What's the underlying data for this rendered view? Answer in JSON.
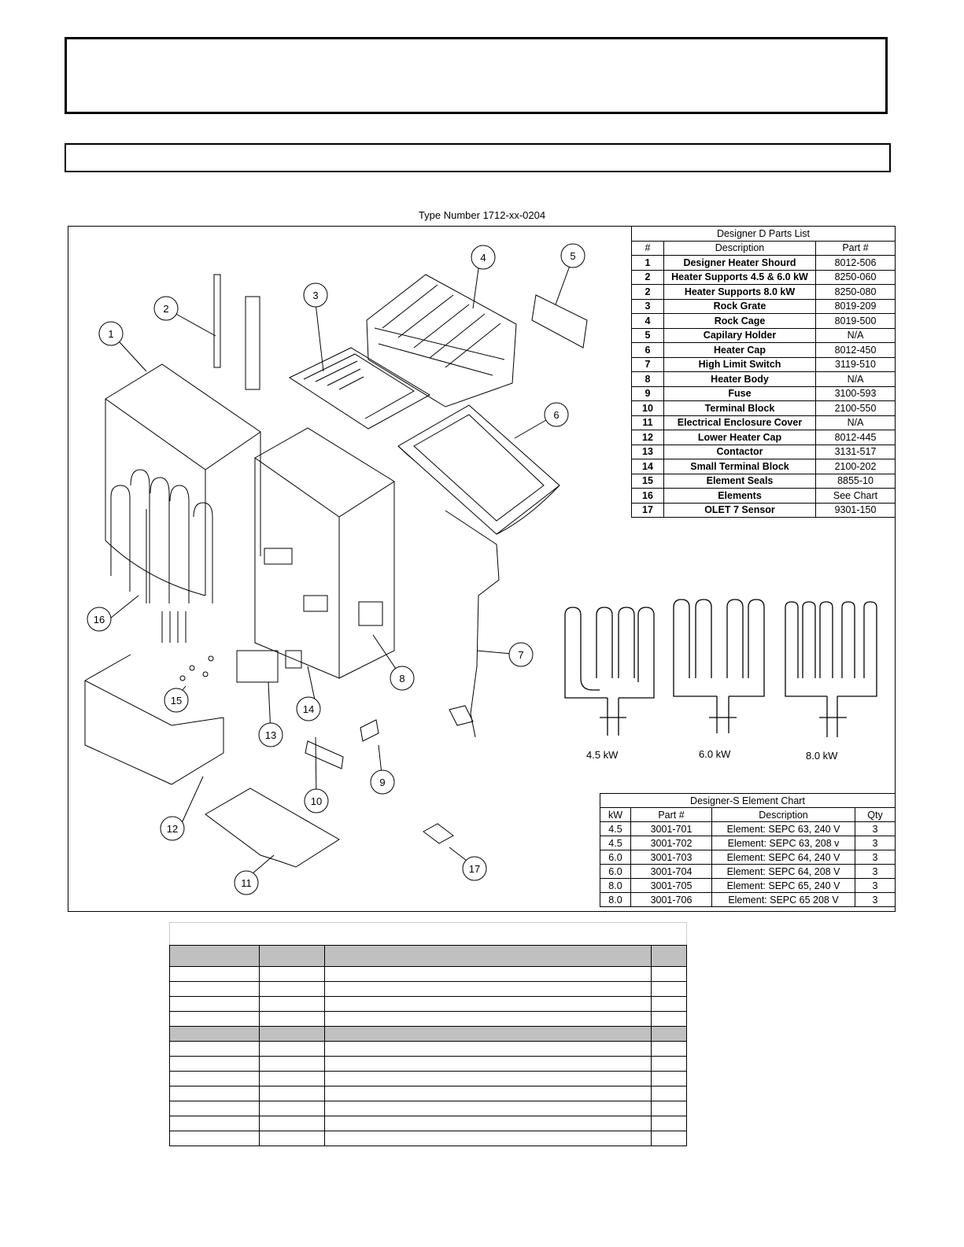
{
  "type_number": "Type Number 1712-xx-0204",
  "parts_list": {
    "title": "Designer D Parts List",
    "headers": [
      "#",
      "Description",
      "Part #"
    ],
    "rows": [
      [
        "1",
        "Designer Heater Shourd",
        "8012-506"
      ],
      [
        "2",
        "Heater Supports 4.5 & 6.0 kW",
        "8250-060"
      ],
      [
        "2",
        "Heater Supports 8.0 kW",
        "8250-080"
      ],
      [
        "3",
        "Rock Grate",
        "8019-209"
      ],
      [
        "4",
        "Rock Cage",
        "8019-500"
      ],
      [
        "5",
        "Capilary Holder",
        "N/A"
      ],
      [
        "6",
        "Heater Cap",
        "8012-450"
      ],
      [
        "7",
        "High Limit Switch",
        "3119-510"
      ],
      [
        "8",
        "Heater Body",
        "N/A"
      ],
      [
        "9",
        "Fuse",
        "3100-593"
      ],
      [
        "10",
        "Terminal Block",
        "2100-550"
      ],
      [
        "11",
        "Electrical Enclosure Cover",
        "N/A"
      ],
      [
        "12",
        "Lower Heater Cap",
        "8012-445"
      ],
      [
        "13",
        "Contactor",
        "3131-517"
      ],
      [
        "14",
        "Small Terminal Block",
        "2100-202"
      ],
      [
        "15",
        "Element Seals",
        "8855-10"
      ],
      [
        "16",
        "Elements",
        "See Chart"
      ],
      [
        "17",
        "OLET 7 Sensor",
        "9301-150"
      ]
    ]
  },
  "element_captions": [
    "4.5 kW",
    "6.0 kW",
    "8.0 kW"
  ],
  "element_chart": {
    "title": "Designer-S Element Chart",
    "headers": [
      "kW",
      "Part #",
      "Description",
      "Qty"
    ],
    "rows": [
      [
        "4.5",
        "3001-701",
        "Element: SEPC 63, 240 V",
        "3"
      ],
      [
        "4.5",
        "3001-702",
        "Element: SEPC 63, 208 v",
        "3"
      ],
      [
        "6.0",
        "3001-703",
        "Element: SEPC 64, 240 V",
        "3"
      ],
      [
        "6.0",
        "3001-704",
        "Element: SEPC 64, 208 V",
        "3"
      ],
      [
        "8.0",
        "3001-705",
        "Element: SEPC 65, 240 V",
        "3"
      ],
      [
        "8.0",
        "3001-706",
        "Element: SEPC 65 208 V",
        "3"
      ]
    ]
  },
  "callouts": [
    "1",
    "2",
    "3",
    "4",
    "5",
    "6",
    "7",
    "8",
    "9",
    "10",
    "11",
    "12",
    "13",
    "14",
    "15",
    "16",
    "17"
  ]
}
